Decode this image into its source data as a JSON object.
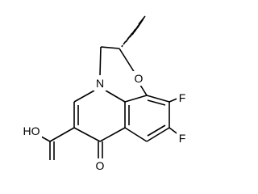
{
  "molecule": {
    "atoms": {
      "oxygen_ring": "O",
      "nitrogen": "N",
      "fluorine_top": "F",
      "fluorine_bottom": "F",
      "ketone_oxygen": "O",
      "carboxylic_acid": "HO"
    }
  }
}
